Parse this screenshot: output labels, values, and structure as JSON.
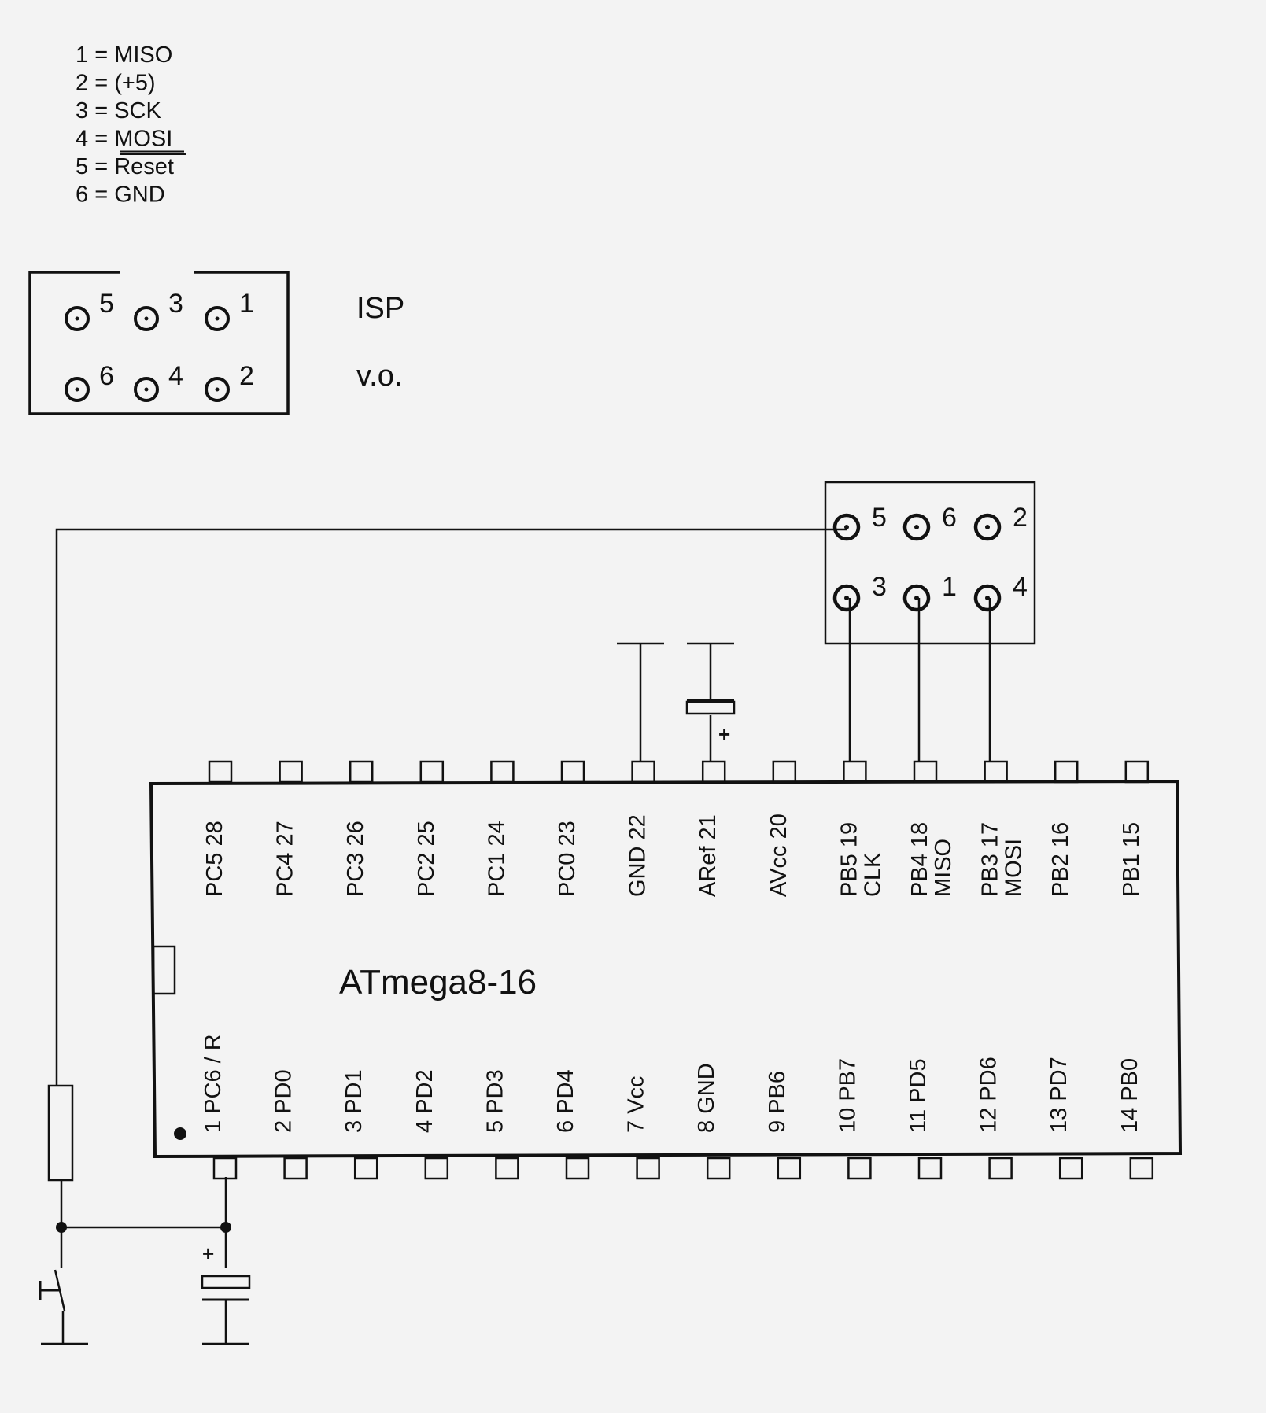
{
  "legend": [
    {
      "num": "1",
      "name": "MISO",
      "style": "plain"
    },
    {
      "num": "2",
      "name": "(+5)",
      "style": "plain"
    },
    {
      "num": "3",
      "name": "SCK",
      "style": "plain"
    },
    {
      "num": "4",
      "name": "MOSI",
      "style": "underline"
    },
    {
      "num": "5",
      "name": "Reset",
      "style": "overline"
    },
    {
      "num": "6",
      "name": "GND",
      "style": "plain"
    }
  ],
  "header_view": {
    "title": "ISP",
    "subtitle": "v.o.",
    "top_row": [
      "5",
      "3",
      "1"
    ],
    "bottom_row": [
      "6",
      "4",
      "2"
    ]
  },
  "pcb_connector": {
    "top_row": [
      "5",
      "6",
      "2"
    ],
    "bottom_row": [
      "3",
      "1",
      "4"
    ]
  },
  "chip": {
    "name": "ATmega8-16",
    "top_pins": [
      {
        "num": "28",
        "name": "PC5",
        "extra": ""
      },
      {
        "num": "27",
        "name": "PC4",
        "extra": ""
      },
      {
        "num": "26",
        "name": "PC3",
        "extra": ""
      },
      {
        "num": "25",
        "name": "PC2",
        "extra": ""
      },
      {
        "num": "24",
        "name": "PC1",
        "extra": ""
      },
      {
        "num": "23",
        "name": "PC0",
        "extra": ""
      },
      {
        "num": "22",
        "name": "GND",
        "extra": ""
      },
      {
        "num": "21",
        "name": "ARef",
        "extra": ""
      },
      {
        "num": "20",
        "name": "AVcc",
        "extra": ""
      },
      {
        "num": "19",
        "name": "PB5",
        "extra": "CLK"
      },
      {
        "num": "18",
        "name": "PB4",
        "extra": "MISO"
      },
      {
        "num": "17",
        "name": "PB3",
        "extra": "MOSI"
      },
      {
        "num": "16",
        "name": "PB2",
        "extra": ""
      },
      {
        "num": "15",
        "name": "PB1",
        "extra": ""
      }
    ],
    "bottom_pins": [
      {
        "num": "1",
        "name": "PC6 / R"
      },
      {
        "num": "2",
        "name": "PD0"
      },
      {
        "num": "3",
        "name": "PD1"
      },
      {
        "num": "4",
        "name": "PD2"
      },
      {
        "num": "5",
        "name": "PD3"
      },
      {
        "num": "6",
        "name": "PD4"
      },
      {
        "num": "7",
        "name": "Vcc"
      },
      {
        "num": "8",
        "name": "GND"
      },
      {
        "num": "9",
        "name": "PB6"
      },
      {
        "num": "10",
        "name": "PB7"
      },
      {
        "num": "11",
        "name": "PD5"
      },
      {
        "num": "12",
        "name": "PD6"
      },
      {
        "num": "13",
        "name": "PD7"
      },
      {
        "num": "14",
        "name": "PB0"
      }
    ]
  },
  "polarity_mark": "+"
}
